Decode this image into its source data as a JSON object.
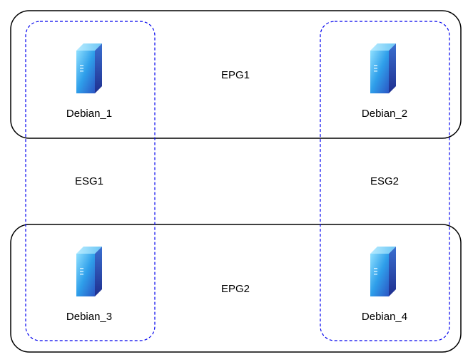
{
  "groups": {
    "epg1": "EPG1",
    "epg2": "EPG2",
    "esg1": "ESG1",
    "esg2": "ESG2"
  },
  "servers": {
    "s1": "Debian_1",
    "s2": "Debian_2",
    "s3": "Debian_3",
    "s4": "Debian_4"
  },
  "colors": {
    "epg_border": "#000000",
    "esg_border": "#0000ee",
    "server_light": "#7fd3ff",
    "server_mid": "#2a9be8",
    "server_dark": "#2b3fa6"
  },
  "icons": [
    "server-icon"
  ]
}
